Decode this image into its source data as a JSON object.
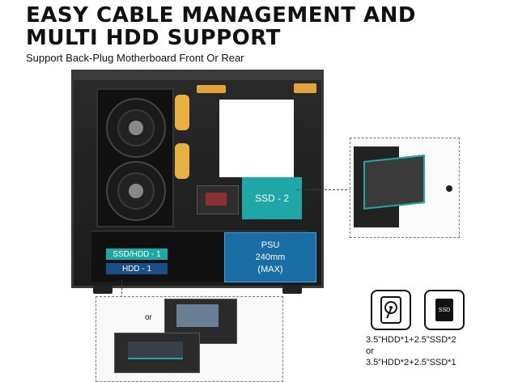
{
  "header": {
    "title_line1": "EASY CABLE MANAGEMENT AND",
    "title_line2": "MULTI HDD SUPPORT",
    "subtitle": "Support Back-Plug Motherboard Front Or Rear"
  },
  "case_labels": {
    "ssd2": "SSD - 2",
    "psu_line1": "PSU",
    "psu_line2": "240mm",
    "psu_line3": "(MAX)",
    "ssd_hdd1": "SSD/HDD - 1",
    "hdd1": "HDD - 1"
  },
  "inset_bottom": {
    "or_text": "or"
  },
  "icons": [
    {
      "name": "hdd-icon"
    },
    {
      "name": "ssd-icon",
      "label": "SSD"
    }
  ],
  "configurations": {
    "config1": "3.5”HDD*1+2.5”SSD*2",
    "or_text": "or",
    "config2": "3.5”HDD*2+2.5”SSD*1"
  },
  "colors": {
    "accent_teal": "#1fa7a7",
    "psu_blue": "#1a6ea6",
    "grommet_orange": "#e8b040"
  }
}
